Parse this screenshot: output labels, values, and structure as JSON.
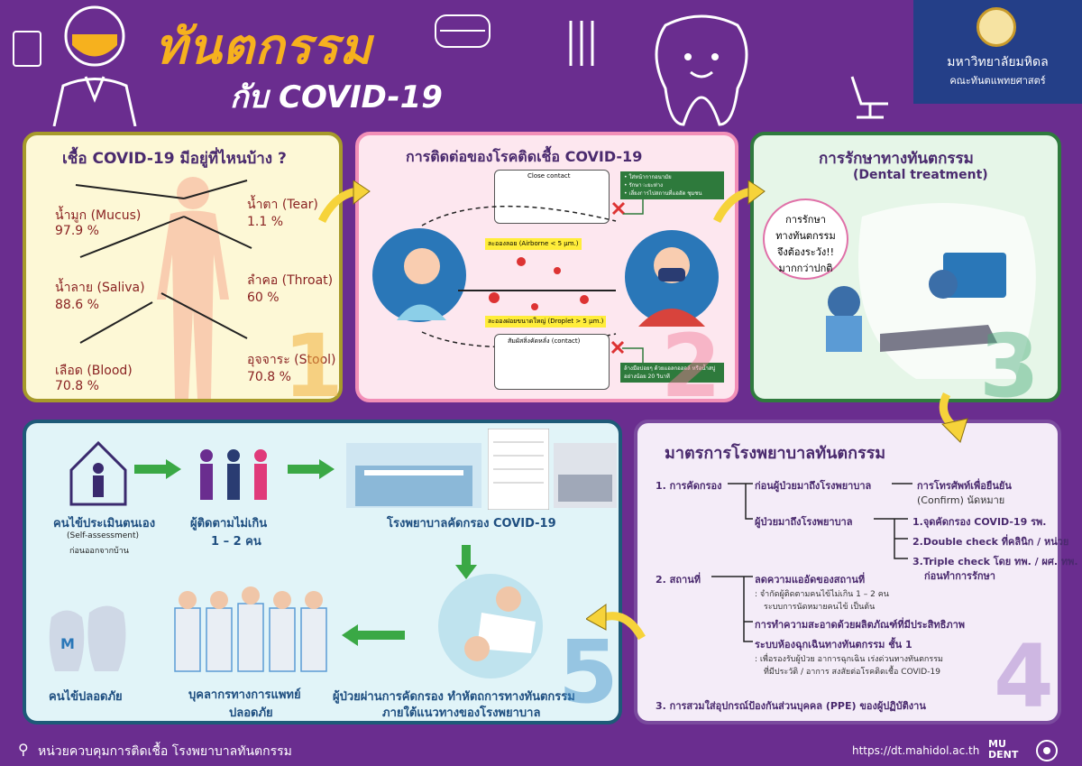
{
  "header": {
    "title": "ทันตกรรม",
    "subtitle": "กับ COVID-19"
  },
  "logo": {
    "name": "มหาวิทยาลัยมหิดล",
    "faculty": "คณะทันตแพทยศาสตร์"
  },
  "panel1": {
    "title": "เชื้อ COVID-19 มีอยู่ที่ไหนบ้าง ?",
    "number": "1",
    "items": [
      {
        "label": "น้ำมูก (Mucus)",
        "value": "97.9 %"
      },
      {
        "label": "น้ำตา (Tear)",
        "value": "1.1 %"
      },
      {
        "label": "น้ำลาย (Saliva)",
        "value": "88.6 %"
      },
      {
        "label": "ลำคอ (Throat)",
        "value": "60 %"
      },
      {
        "label": "เลือด (Blood)",
        "value": "70.8 %"
      },
      {
        "label": "อุจจาระ (Stool)",
        "value": "70.8 %"
      }
    ]
  },
  "panel2": {
    "title": "การติดต่อของโรคติดเชื้อ COVID-19",
    "number": "2",
    "close_contact": "Close contact",
    "airborne": "ละอองลอย (Airborne < 5 µm.)",
    "droplet": "ละอองฝอยขนาดใหญ่ (Droplet > 5 µm.)",
    "contact": "สัมผัสสิ่งคัดหลั่ง (contact)",
    "note1": [
      "• ใส่หน้ากากอนามัย",
      "• รักษาระยะห่าง",
      "• เลี่ยงการไปสถานที่แออัด ชุมชน"
    ],
    "note2": "ล้างมือบ่อยๆ ด้วยแอลกอฮอล์ หรือน้ำสบู่ อย่างน้อย 20 วินาที"
  },
  "panel3": {
    "title": "การรักษาทางทันตกรรม",
    "subtitle": "(Dental treatment)",
    "number": "3",
    "bubble": [
      "การรักษา",
      "ทางทันตกรรม",
      "จึงต้องระวัง!!",
      "มากกว่าปกติ"
    ]
  },
  "panel4": {
    "title": "มาตรการโรงพยาบาลทันตกรรม",
    "number": "4",
    "s1": "1. การคัดกรอง",
    "s1a": "ก่อนผู้ป่วยมาถึงโรงพยาบาล",
    "s1a1": "การโทรศัพท์เพื่อยืนยัน",
    "s1a2": "(Confirm) นัดหมาย",
    "s1b": "ผู้ป่วยมาถึงโรงพยาบาล",
    "s1b1": "1.จุดคัดกรอง COVID-19 รพ.",
    "s1b2": "2.Double check ที่คลินิก / หน่วย",
    "s1b3": "3.Triple check โดย ทพ. / ผศ. ทพ.",
    "s1b3b": "ก่อนทำการรักษา",
    "s2": "2. สถานที่",
    "s2a": "ลดความแออัดของสถานที่",
    "s2a1": ": จำกัดผู้ติดตามคนไข้ไม่เกิน 1 – 2 คน",
    "s2a2": "ระบบการนัดหมายคนไข้ เป็นต้น",
    "s2b": "การทำความสะอาดด้วยผลิตภัณฑ์ที่มีประสิทธิภาพ",
    "s2c": "ระบบห้องฉุกเฉินทางทันตกรรม ชั้น 1",
    "s2c1": ": เพื่อรองรับผู้ป่วย อาการฉุกเฉิน เร่งด่วนทางทันตกรรม",
    "s2c2": "ที่มีประวัติ / อาการ สงสัยต่อโรคติดเชื้อ COVID-19",
    "s3": "3. การสวมใส่อุปกรณ์ป้องกันส่วนบุคคล (PPE) ของผู้ปฏิบัติงาน"
  },
  "panel5": {
    "number": "5",
    "a1": "คนไข้ประเมินตนเอง",
    "a2": "(Self-assessment)",
    "a3": "ก่อนออกจากบ้าน",
    "b1": "ผู้ติดตามไม่เกิน",
    "b2": "1 – 2 คน",
    "c1": "โรงพยาบาลคัดกรอง COVID-19",
    "d1": "ผู้ป่วยผ่านการคัดกรอง ทำหัตถการทางทันตกรรม",
    "d2": "ภายใต้แนวทางของโรงพยาบาล",
    "e1": "บุคลากรทางการแพทย์",
    "e2": "ปลอดภัย",
    "f1": "คนไข้ปลอดภัย"
  },
  "footer": {
    "left": "หน่วยควบคุมการติดเชื้อ โรงพยาบาลทันตกรรม",
    "url": "https://dt.mahidol.ac.th",
    "brand": "MU DENT"
  },
  "colors": {
    "purple": "#6a2d8f",
    "gold": "#f6b11e",
    "navy": "#243f88"
  }
}
